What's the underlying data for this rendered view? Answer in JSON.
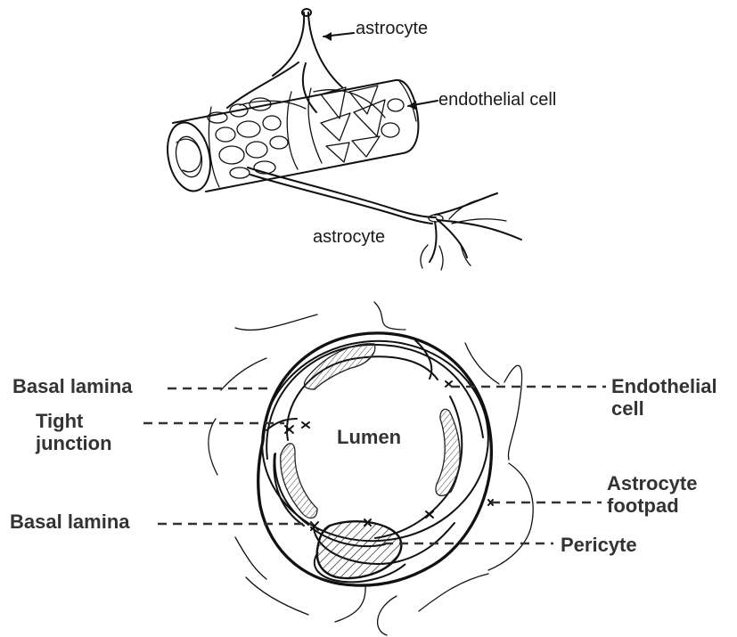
{
  "top_figure": {
    "label_astrocyte_top": "astrocyte",
    "label_endothelial": "endothelial cell",
    "label_astrocyte_bottom": "astrocyte"
  },
  "bottom_figure": {
    "basal_lamina_upper": "Basal lamina",
    "tight_junction": "Tight\njunction",
    "lumen": "Lumen",
    "basal_lamina_lower": "Basal lamina",
    "endothelial_cell": "Endothelial\ncell",
    "astrocyte_footpad": "Astrocyte\nfootpad",
    "pericyte": "Pericyte"
  }
}
